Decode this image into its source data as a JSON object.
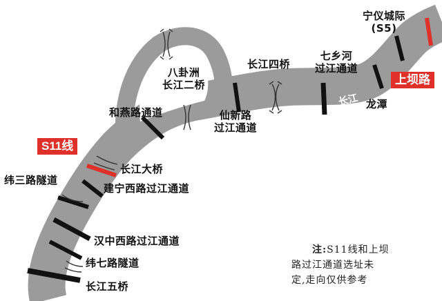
{
  "colors": {
    "river": "#9b9b9b",
    "island": "#ffffff",
    "existing_crossing": "#111111",
    "planned_crossing": "#e0302a",
    "badge_bg": "#e0302a",
    "badge_text": "#ffffff",
    "label_text": "#111111"
  },
  "badges": {
    "s11": "S11线",
    "shangbalu": "上坝路"
  },
  "river_name": "长江",
  "labels": {
    "ningyi_line1": "宁仪城际",
    "ningyi_line2": "(S5)",
    "qixiang_line1": "七乡河",
    "qixiang_line2": "过江通道",
    "changjiang4": "长江四桥",
    "longtan": "龙潭",
    "bagua_line1": "八卦洲",
    "bagua_line2": "长江二桥",
    "heyan": "和燕路通道",
    "xianxin_line1": "仙新路",
    "xianxin_line2": "过江通道",
    "changjiang_daqiao": "长江大桥",
    "jianning": "建宁西路过江通道",
    "weisan": "纬三路隧道",
    "hanzhong": "汉中西路过江通道",
    "weiqi": "纬七路隧道",
    "changjiang5": "长江五桥"
  },
  "note": {
    "head": "注:",
    "line1": "S11线和上坝",
    "line2": "路过江通道选址未",
    "line3": "定,走向仅供参考"
  },
  "crossings": [
    {
      "name": "ningyi-s5",
      "status": "existing"
    },
    {
      "name": "shangbalu",
      "status": "planned"
    },
    {
      "name": "longtan",
      "status": "existing"
    },
    {
      "name": "qixiang",
      "status": "existing"
    },
    {
      "name": "changjiang4",
      "status": "bridge"
    },
    {
      "name": "xianxin",
      "status": "existing"
    },
    {
      "name": "bagua-er",
      "status": "bridge"
    },
    {
      "name": "heyan",
      "status": "existing"
    },
    {
      "name": "s11",
      "status": "planned"
    },
    {
      "name": "changjiang-daqiao",
      "status": "bridge"
    },
    {
      "name": "jianning",
      "status": "existing"
    },
    {
      "name": "weisan",
      "status": "existing"
    },
    {
      "name": "hanzhong",
      "status": "existing"
    },
    {
      "name": "weiqi",
      "status": "existing"
    },
    {
      "name": "changjiang5",
      "status": "existing"
    }
  ]
}
